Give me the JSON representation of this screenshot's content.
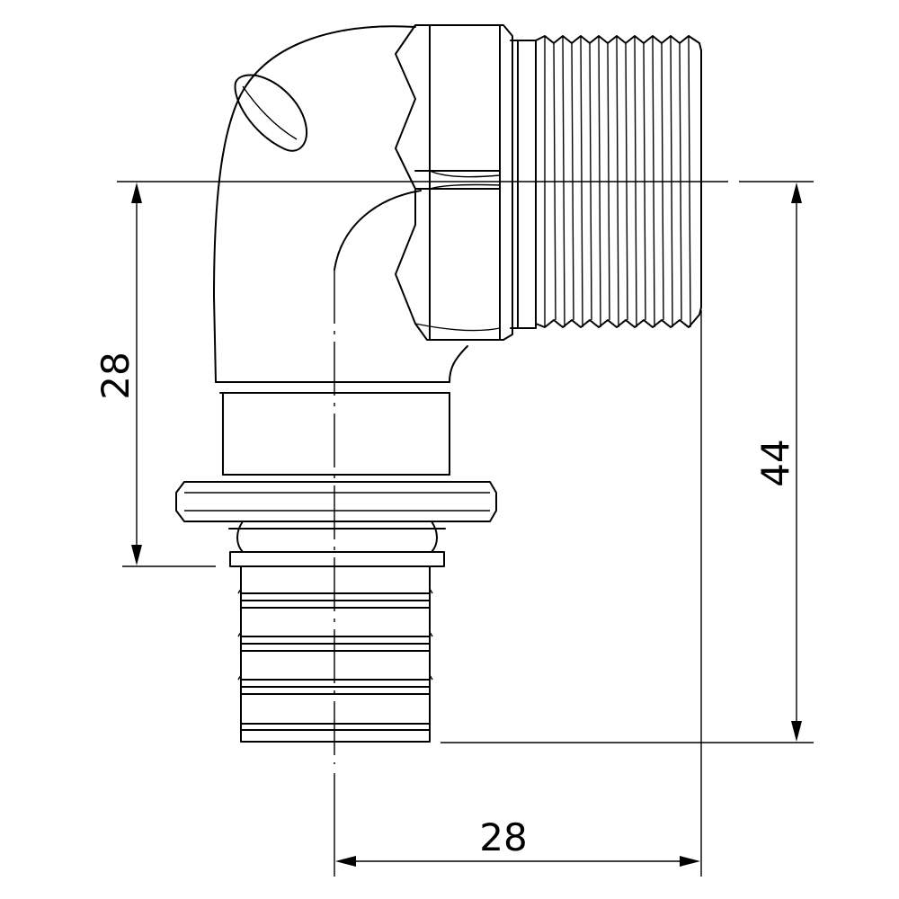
{
  "dimensions": {
    "left_height": "28",
    "right_height": "44",
    "bottom_width": "28"
  }
}
